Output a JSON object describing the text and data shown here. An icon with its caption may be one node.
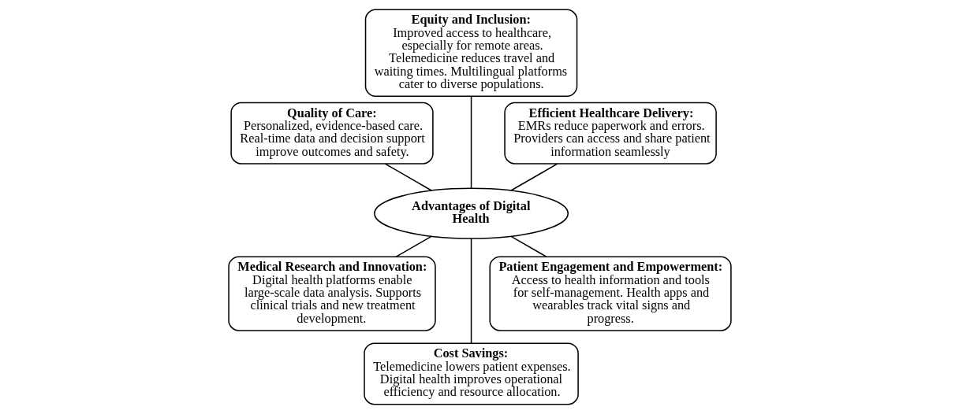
{
  "diagram": {
    "nodes": [
      {
        "text": [
          "Efficient Healthcare Delivery:",
          "EMRs reduce paperwork and errors. Providers can access and share patient information seamlessly"
        ]
      },
      {
        "text": [
          "Equity and Inclusion:",
          "Improved access to healthcare, especially for remote areas. Telemedicine reduces travel and waiting times. Multilingual platforms cater to diverse populations."
        ]
      },
      {
        "text": [
          "Quality of Care:",
          "Personalized, evidence-based care. Real-time data and decision support improve outcomes and safety."
        ]
      },
      {
        "text": [
          "Advantages of Digital Health"
        ]
      },
      {
        "text": [
          "Medical Research and Innovation:",
          "Digital health platforms enable large-scale data analysis. Supports clinical trials and new treatment development."
        ]
      },
      {
        "text": [
          "Cost Savings:",
          "Telemedicine lowers patient expenses. Digital health improves operational efficiency and resource allocation."
        ]
      },
      {
        "text": [
          "Patient Engagement and Empowerment:",
          "Access to health information and tools for self-management. Health apps and wearables track vital signs and progress."
        ]
      }
    ],
    "edges": [
      {
        "from": 3,
        "to": 0,
        "arrow": "none"
      },
      {
        "from": 3,
        "to": 1,
        "arrow": "none"
      },
      {
        "from": 3,
        "to": 2,
        "arrow": "none"
      },
      {
        "from": 3,
        "to": 4,
        "arrow": "none"
      },
      {
        "from": 3,
        "to": 5,
        "arrow": "none"
      },
      {
        "from": 3,
        "to": 6,
        "arrow": "none"
      }
    ]
  }
}
